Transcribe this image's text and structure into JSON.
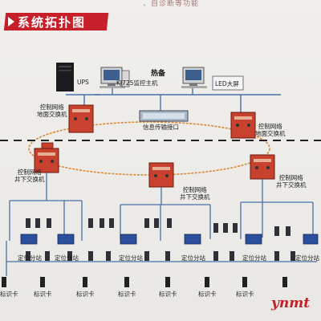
{
  "header": {
    "top_text": "、自诊断等功能",
    "title": "系统拓扑图"
  },
  "labels": {
    "ups": "UPS",
    "monitor_host": "KJ725监控主机",
    "hot_standby": "热备",
    "led_screen": "LED大屏",
    "switch_ground_left": [
      "控制网络",
      "地面交换机"
    ],
    "switch_ground_right": [
      "控制网络",
      "地面交换机"
    ],
    "info_interface": "信息传输接口",
    "switch_underground_left": [
      "控制网络",
      "井下交换机"
    ],
    "switch_underground_center": [
      "控制网络",
      "井下交换机"
    ],
    "switch_underground_right": [
      "控制网络",
      "井下交换机"
    ],
    "substation": "定位分站",
    "card": "标识卡"
  },
  "watermark": "ynmt"
}
